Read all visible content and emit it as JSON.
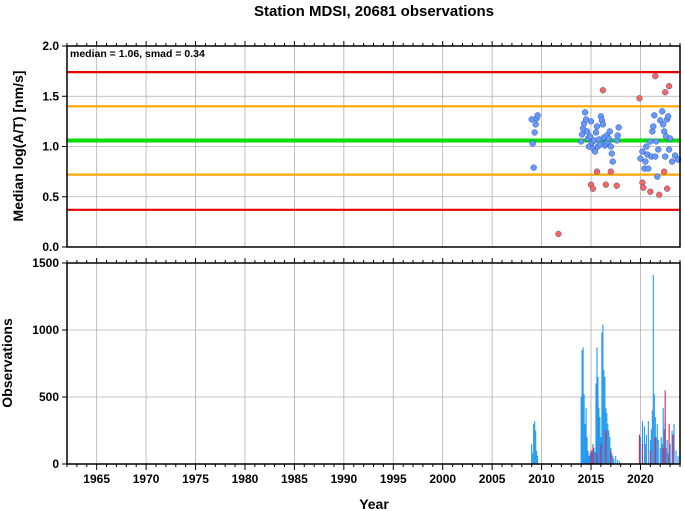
{
  "chart_data": [
    {
      "type": "scatter",
      "title": "Station MDSI, 20681 observations",
      "xlabel": "",
      "ylabel": "Median log(A/T) [nm/s]",
      "annotation": "median = 1.06, smad = 0.34",
      "xlim": [
        1962,
        2024
      ],
      "ylim": [
        0.0,
        2.0
      ],
      "x_ticks": [
        1965,
        1970,
        1975,
        1980,
        1985,
        1990,
        1995,
        2000,
        2005,
        2010,
        2015,
        2020
      ],
      "y_ticks": [
        "0.0",
        "0.5",
        "1.0",
        "1.5",
        "2.0"
      ],
      "grid": true,
      "reference_lines": [
        {
          "value": 1.06,
          "color": "#00dd00"
        },
        {
          "value": 1.4,
          "color": "#ffa500"
        },
        {
          "value": 0.72,
          "color": "#ffa500"
        },
        {
          "value": 1.74,
          "color": "#e60000"
        },
        {
          "value": 0.37,
          "color": "#e60000"
        }
      ],
      "series": [
        {
          "color": "#6699ff",
          "points": [
            [
              2009.0,
              1.27
            ],
            [
              2009.1,
              1.03
            ],
            [
              2009.2,
              0.79
            ],
            [
              2009.3,
              1.14
            ],
            [
              2009.4,
              1.22
            ],
            [
              2009.5,
              1.28
            ],
            [
              2009.6,
              1.31
            ],
            [
              2014.0,
              1.05
            ],
            [
              2014.1,
              1.12
            ],
            [
              2014.2,
              1.18
            ],
            [
              2014.3,
              1.23
            ],
            [
              2014.4,
              1.34
            ],
            [
              2014.5,
              1.27
            ],
            [
              2014.6,
              1.15
            ],
            [
              2014.7,
              1.08
            ],
            [
              2014.8,
              1.0
            ],
            [
              2014.9,
              1.1
            ],
            [
              2015.0,
              1.25
            ],
            [
              2015.1,
              1.04
            ],
            [
              2015.2,
              0.98
            ],
            [
              2015.3,
              1.06
            ],
            [
              2015.4,
              0.95
            ],
            [
              2015.5,
              1.14
            ],
            [
              2015.6,
              1.2
            ],
            [
              2015.7,
              1.0
            ],
            [
              2015.8,
              1.07
            ],
            [
              2015.9,
              1.02
            ],
            [
              2016.0,
              1.3
            ],
            [
              2016.1,
              1.26
            ],
            [
              2016.2,
              1.22
            ],
            [
              2016.3,
              1.09
            ],
            [
              2016.4,
              1.01
            ],
            [
              2016.5,
              1.03
            ],
            [
              2016.6,
              1.11
            ],
            [
              2016.7,
              1.05
            ],
            [
              2016.8,
              1.08
            ],
            [
              2016.9,
              1.15
            ],
            [
              2017.0,
              1.0
            ],
            [
              2017.1,
              0.93
            ],
            [
              2017.2,
              0.85
            ],
            [
              2017.6,
              1.06
            ],
            [
              2017.7,
              1.11
            ],
            [
              2017.8,
              1.19
            ],
            [
              2020.0,
              0.88
            ],
            [
              2020.2,
              0.95
            ],
            [
              2020.4,
              0.78
            ],
            [
              2020.5,
              0.85
            ],
            [
              2020.6,
              1.0
            ],
            [
              2020.7,
              0.92
            ],
            [
              2020.8,
              0.78
            ],
            [
              2021.0,
              1.05
            ],
            [
              2021.1,
              0.9
            ],
            [
              2021.2,
              1.15
            ],
            [
              2021.3,
              1.2
            ],
            [
              2021.4,
              1.31
            ],
            [
              2021.5,
              0.9
            ],
            [
              2021.6,
              1.05
            ],
            [
              2021.7,
              0.7
            ],
            [
              2021.8,
              0.97
            ],
            [
              2022.0,
              1.26
            ],
            [
              2022.2,
              1.35
            ],
            [
              2022.3,
              1.22
            ],
            [
              2022.4,
              1.15
            ],
            [
              2022.5,
              0.9
            ],
            [
              2022.6,
              1.1
            ],
            [
              2022.7,
              1.27
            ],
            [
              2022.8,
              1.3
            ],
            [
              2022.9,
              0.97
            ],
            [
              2023.0,
              1.08
            ],
            [
              2023.2,
              0.85
            ],
            [
              2023.5,
              0.91
            ],
            [
              2023.8,
              0.87
            ]
          ]
        },
        {
          "color": "#ff6655",
          "points": [
            [
              2011.7,
              0.13
            ],
            [
              2015.0,
              0.62
            ],
            [
              2015.2,
              0.58
            ],
            [
              2015.6,
              0.75
            ],
            [
              2016.2,
              1.56
            ],
            [
              2016.5,
              0.62
            ],
            [
              2017.0,
              0.75
            ],
            [
              2017.6,
              0.61
            ],
            [
              2019.9,
              1.48
            ],
            [
              2020.2,
              0.64
            ],
            [
              2020.3,
              0.59
            ],
            [
              2021.0,
              0.55
            ],
            [
              2021.5,
              1.7
            ],
            [
              2021.9,
              0.52
            ],
            [
              2022.4,
              0.75
            ],
            [
              2022.5,
              1.54
            ],
            [
              2022.7,
              0.58
            ],
            [
              2022.9,
              1.6
            ]
          ]
        }
      ]
    },
    {
      "type": "bar",
      "title": "",
      "xlabel": "Year",
      "ylabel": "Observations",
      "xlim": [
        1962,
        2024
      ],
      "ylim": [
        0,
        1500
      ],
      "x_ticks": [
        1965,
        1970,
        1975,
        1980,
        1985,
        1990,
        1995,
        2000,
        2005,
        2010,
        2015,
        2020
      ],
      "y_ticks": [
        "0",
        "500",
        "1000",
        "1500"
      ],
      "grid": true,
      "series": [
        {
          "color": "#2299ee",
          "x": [
            2009.0,
            2009.1,
            2009.2,
            2009.3,
            2009.4,
            2009.5,
            2009.6,
            2014.0,
            2014.1,
            2014.2,
            2014.3,
            2014.4,
            2014.5,
            2014.6,
            2014.7,
            2014.8,
            2014.9,
            2015.0,
            2015.1,
            2015.2,
            2015.3,
            2015.4,
            2015.5,
            2015.6,
            2015.7,
            2015.8,
            2015.9,
            2016.0,
            2016.1,
            2016.2,
            2016.3,
            2016.4,
            2016.5,
            2016.6,
            2016.7,
            2016.8,
            2016.9,
            2017.0,
            2017.1,
            2017.2,
            2017.3,
            2017.5,
            2017.7,
            2017.9,
            2020.0,
            2020.2,
            2020.4,
            2020.5,
            2020.6,
            2020.8,
            2021.0,
            2021.1,
            2021.2,
            2021.3,
            2021.4,
            2021.5,
            2021.6,
            2021.7,
            2021.8,
            2022.0,
            2022.1,
            2022.2,
            2022.3,
            2022.4,
            2022.5,
            2022.6,
            2022.7,
            2022.8,
            2022.9,
            2023.0,
            2023.2,
            2023.4,
            2023.6,
            2023.8
          ],
          "values": [
            150,
            80,
            300,
            320,
            250,
            100,
            60,
            500,
            850,
            870,
            520,
            300,
            420,
            200,
            100,
            60,
            80,
            50,
            100,
            150,
            120,
            90,
            600,
            870,
            650,
            420,
            350,
            200,
            980,
            1040,
            700,
            650,
            420,
            380,
            300,
            250,
            200,
            120,
            80,
            60,
            40,
            60,
            30,
            20,
            200,
            320,
            280,
            150,
            220,
            320,
            180,
            260,
            400,
            1410,
            520,
            350,
            200,
            300,
            180,
            120,
            200,
            150,
            420,
            260,
            310,
            120,
            180,
            80,
            60,
            150,
            250,
            300,
            100,
            60
          ]
        },
        {
          "color": "#dd2255",
          "x": [
            2015.0,
            2015.2,
            2015.6,
            2016.0,
            2016.5,
            2017.0,
            2019.9,
            2020.2,
            2021.0,
            2021.5,
            2022.3,
            2022.5,
            2022.9,
            2023.3
          ],
          "values": [
            100,
            130,
            80,
            150,
            250,
            100,
            220,
            150,
            100,
            200,
            120,
            550,
            300,
            220
          ]
        }
      ]
    }
  ]
}
